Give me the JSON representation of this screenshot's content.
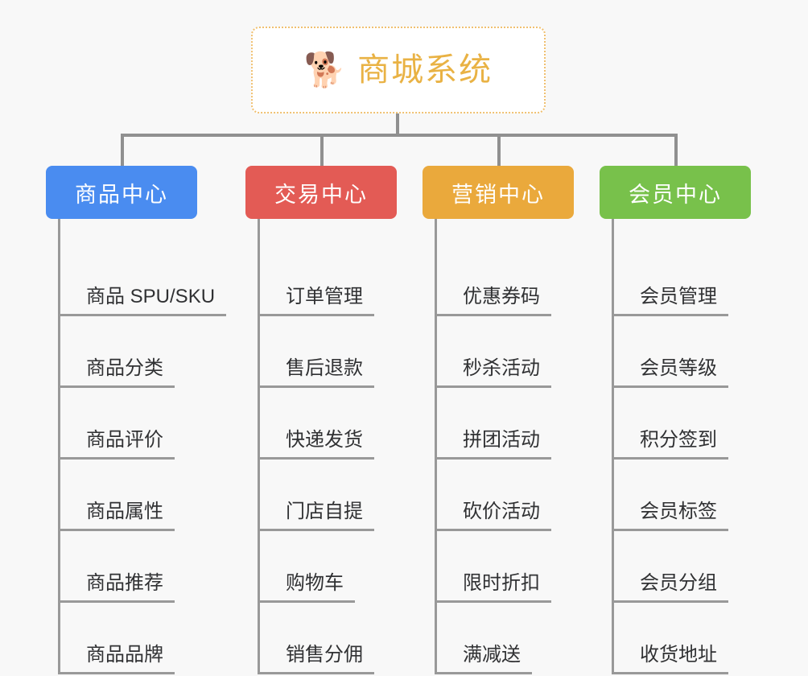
{
  "root": {
    "icon": "shiba-dog-face-icon",
    "emoji": "🐕",
    "title": "商城系统",
    "title_color": "#e9b244",
    "border_color": "#f0c070"
  },
  "connector_color": "#909090",
  "background_color": "#f8f8f8",
  "columns": [
    {
      "id": "product-center",
      "header": "商品中心",
      "color": "#4a8cf0",
      "items": [
        "商品 SPU/SKU",
        "商品分类",
        "商品评价",
        "商品属性",
        "商品推荐",
        "商品品牌"
      ]
    },
    {
      "id": "trade-center",
      "header": "交易中心",
      "color": "#e35b55",
      "items": [
        "订单管理",
        "售后退款",
        "快递发货",
        "门店自提",
        "购物车",
        "销售分佣"
      ]
    },
    {
      "id": "marketing-center",
      "header": "营销中心",
      "color": "#eaa93c",
      "items": [
        "优惠券码",
        "秒杀活动",
        "拼团活动",
        "砍价活动",
        "限时折扣",
        "满减送"
      ]
    },
    {
      "id": "member-center",
      "header": "会员中心",
      "color": "#78c14b",
      "items": [
        "会员管理",
        "会员等级",
        "积分签到",
        "会员标签",
        "会员分组",
        "收货地址"
      ]
    }
  ]
}
